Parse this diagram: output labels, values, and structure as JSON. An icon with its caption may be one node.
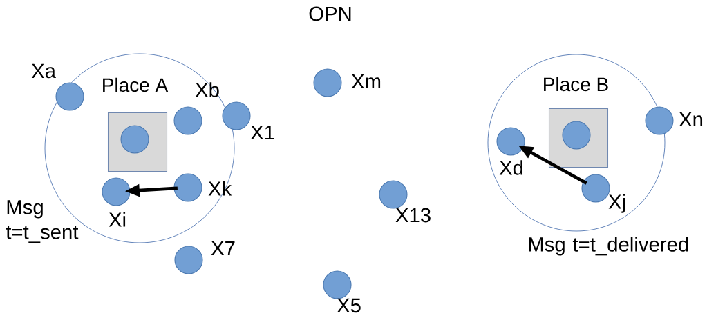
{
  "diagram": {
    "title": "OPN",
    "nodes": [
      {
        "text": [
          "Place A"
        ]
      },
      {
        "text": [],
        "shape": "circle",
        "beside": [
          "Xa"
        ],
        "in": 0
      },
      {
        "text": [],
        "shape": "circle",
        "beside": [
          "Xb"
        ],
        "in": 0
      },
      {
        "text": [],
        "shape": "circle",
        "beside": [
          "X1"
        ]
      },
      {
        "text": [],
        "shape": "box",
        "in": 0
      },
      {
        "text": [],
        "shape": "circle",
        "in": 4
      },
      {
        "text": [],
        "shape": "circle",
        "beside": [
          "Xk"
        ],
        "in": 0
      },
      {
        "text": [],
        "shape": "circle",
        "beside": [
          "Xi"
        ],
        "in": 0
      },
      {
        "text": [],
        "shape": "circle",
        "beside": [
          "X7"
        ]
      },
      {
        "text": [],
        "shape": "circle",
        "beside": [
          "Xm"
        ]
      },
      {
        "text": [],
        "shape": "circle",
        "beside": [
          "X13"
        ]
      },
      {
        "text": [],
        "shape": "circle",
        "beside": [
          "X5"
        ]
      },
      {
        "text": [
          "Place B"
        ]
      },
      {
        "text": [],
        "shape": "circle",
        "beside": [
          "Xd"
        ],
        "in": 12
      },
      {
        "text": [],
        "shape": "box",
        "in": 12
      },
      {
        "text": [],
        "shape": "circle",
        "in": 14
      },
      {
        "text": [],
        "shape": "circle",
        "beside": [
          "Xn"
        ],
        "in": 12
      },
      {
        "text": [],
        "shape": "circle",
        "beside": [
          "Xj"
        ],
        "in": 12
      }
    ],
    "edges": [
      {
        "from": 6,
        "to": 7,
        "arrow": "to"
      },
      {
        "from": 17,
        "to": 13,
        "arrow": "to"
      }
    ],
    "labels": [
      "Msg t=t_sent",
      "Msg t=t_delivered"
    ]
  }
}
